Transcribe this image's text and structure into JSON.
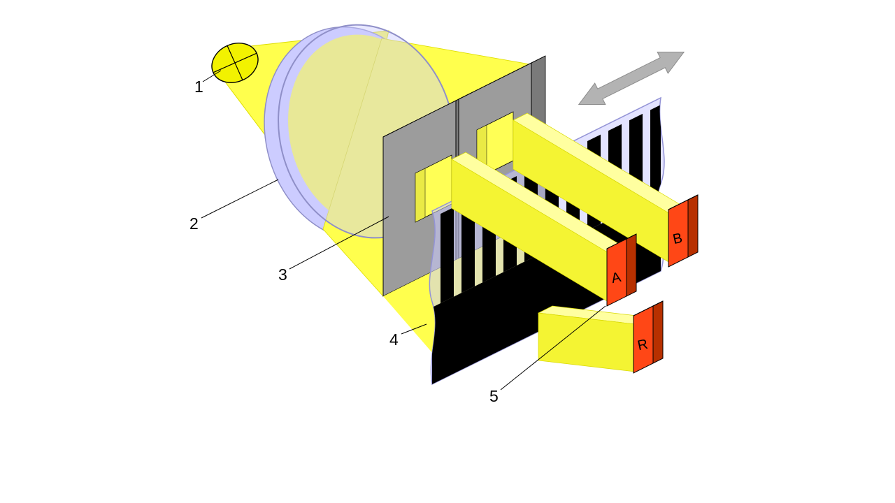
{
  "diagram": {
    "title": "optical-encoder-principle",
    "callouts": [
      "1",
      "2",
      "3",
      "4",
      "5"
    ],
    "detectors": {
      "a": "A",
      "b": "B",
      "r": "R"
    },
    "colors": {
      "light_beam": "#ffff4d",
      "beam_face": "#f4f433",
      "beam_top": "#ffffa0",
      "bulb": "#f2f200",
      "lens_body": "#ccccff",
      "lens_edge": "#8f8fc8",
      "mask_front": "#9c9c9c",
      "mask_top": "#c0c0c0",
      "mask_side": "#7a7a7a",
      "strip_body": "#ccccff",
      "strip_bars": "#000000",
      "detector_front": "#ff4716",
      "detector_side": "#b73000",
      "detector_top": "#ff8d5e",
      "arrow": "#b3b3b3",
      "background": "#ffffff"
    }
  }
}
